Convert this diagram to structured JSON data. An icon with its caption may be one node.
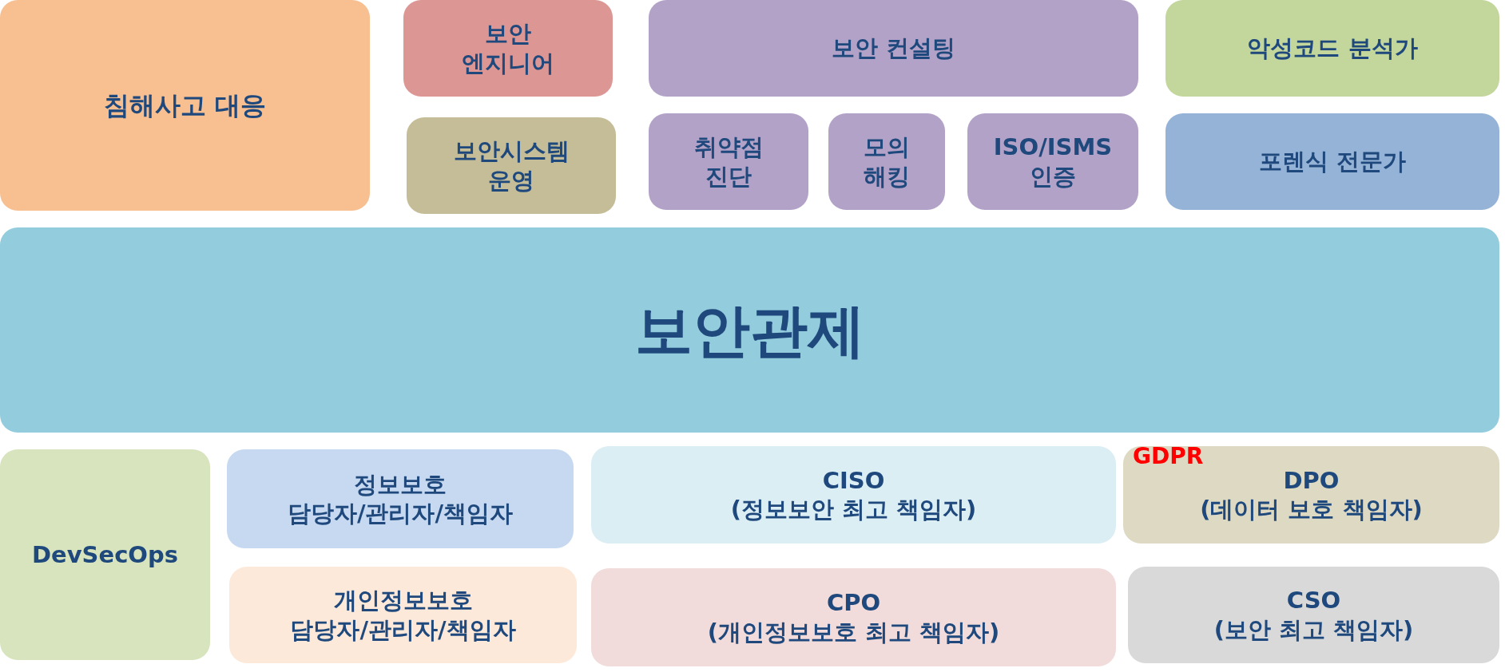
{
  "diagram": {
    "nodes": [
      {
        "text": [
          "침해사고 대응"
        ]
      },
      {
        "text": [
          "보안 엔지니어"
        ]
      },
      {
        "text": [
          "보안시스템 운영"
        ]
      },
      {
        "text": [
          "보안 컨설팅"
        ]
      },
      {
        "text": [
          "취약점 진단"
        ]
      },
      {
        "text": [
          "모의 해킹"
        ]
      },
      {
        "text": [
          "ISO/ISMS 인증"
        ]
      },
      {
        "text": [
          "악성코드 분석가"
        ]
      },
      {
        "text": [
          "포렌식 전문가"
        ]
      },
      {
        "text": [
          "보안관제"
        ]
      },
      {
        "text": [
          "DevSecOps"
        ]
      },
      {
        "text": [
          "정보보호 담당자/관리자/책임자"
        ]
      },
      {
        "text": [
          "개인정보보호 담당자/관리자/책임자"
        ]
      },
      {
        "text": [
          "CISO",
          "(정보보안 최고 책임자)"
        ]
      },
      {
        "text": [
          "CPO",
          "(개인정보보호 최고 책임자)"
        ]
      },
      {
        "text": [
          "GDPR",
          "DPO",
          "(데이터 보호 책임자)"
        ]
      },
      {
        "text": [
          "CSO",
          "(보안 최고 책임자)"
        ]
      }
    ]
  }
}
